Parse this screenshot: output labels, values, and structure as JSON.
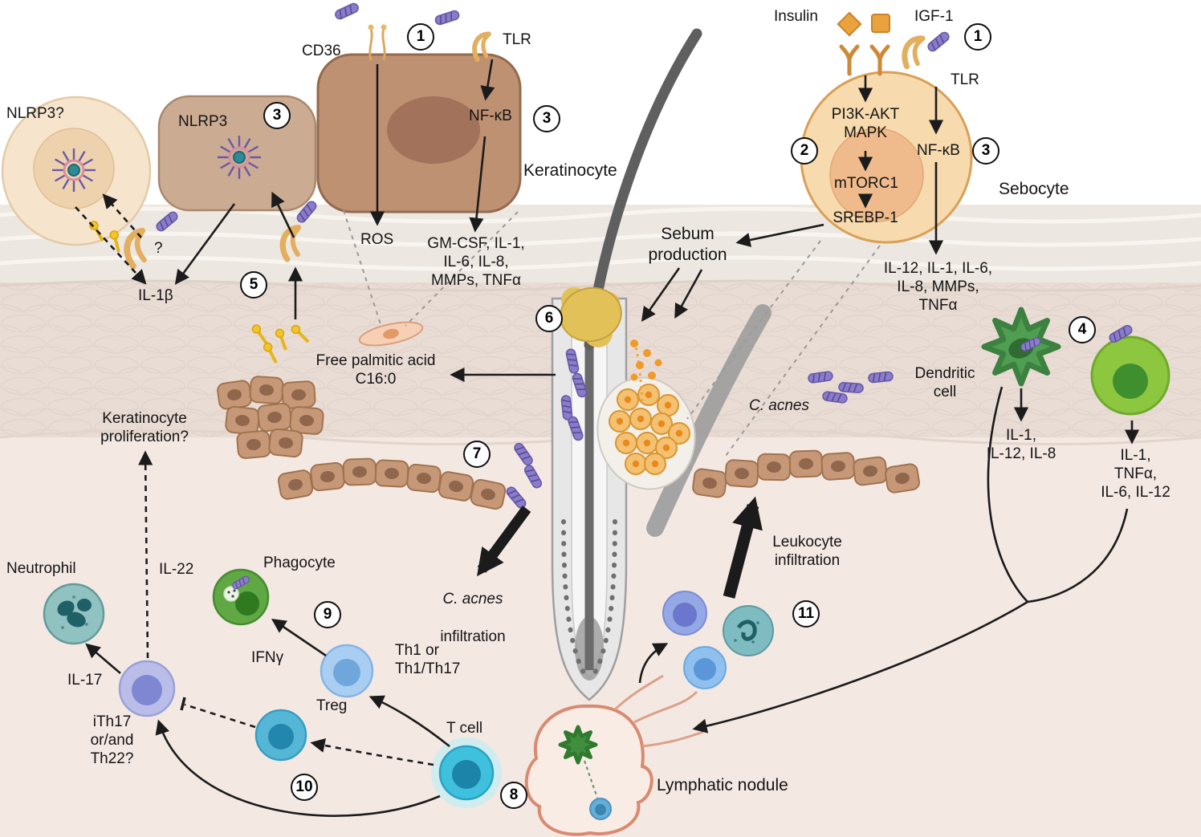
{
  "badges": {
    "keratinocyte_tlr": "1",
    "keratinocyte_nfkb": "3",
    "nlrp3": "3",
    "palmitic_tlr": "5",
    "sebocyte_tlr": "1",
    "sebocyte_pathway": "2",
    "sebocyte_nfkb": "3",
    "dendritic": "4",
    "comedone": "6",
    "epidermis_barrier": "7",
    "t_cell": "8",
    "th1_ifn": "9",
    "ith17_route": "10",
    "leukocytes": "11"
  },
  "keratinocyte": {
    "name": "Keratinocyte",
    "cd36": "CD36",
    "tlr": "TLR",
    "nfkb": "NF-κB",
    "ros": "ROS",
    "cytokines": "GM-CSF, IL-1,\nIL-6, IL-8,\nMMPs, TNFα"
  },
  "nlrp3": {
    "uncertain": "NLRP3?",
    "label": "NLRP3",
    "receptor_question": "?",
    "il1b": "IL-1β"
  },
  "lipids": {
    "free_palmitic": "Free palmitic acid\nC16:0"
  },
  "proliferation": {
    "text": "Keratinocyte\nproliferation?"
  },
  "sebocyte": {
    "name": "Sebocyte",
    "insulin": "Insulin",
    "igf1": "IGF-1",
    "tlr": "TLR",
    "pi3k_mapk": "PI3K-AKT\nMAPK",
    "mtorc1": "mTORC1",
    "srebp1": "SREBP-1",
    "nfkb": "NF-κB",
    "sebum": "Sebum\nproduction",
    "cytokines": "IL-12, IL-1, IL-6,\nIL-8, MMPs,\nTNFα"
  },
  "dendritic": {
    "name": "Dendritic\ncell",
    "cytokines_left": "IL-1,\nIL-12, IL-8",
    "cytokines_right": "IL-1,\nTNFα,\nIL-6, IL-12"
  },
  "bacteria": {
    "name": "C. acnes"
  },
  "infiltration": {
    "c_acnes_word": "C. acnes",
    "infiltration_word": "infiltration",
    "leukocyte": "Leukocyte\ninfiltration"
  },
  "immune": {
    "neutrophil": "Neutrophil",
    "il22": "IL-22",
    "il17": "IL-17",
    "ith17": "iTh17\nor/and\nTh22?",
    "phagocyte": "Phagocyte",
    "ifng": "IFNγ",
    "th1": "Th1 or\nTh1/Th17",
    "treg": "Treg",
    "tcell": "T cell",
    "lymphatic": "Lymphatic nodule"
  }
}
